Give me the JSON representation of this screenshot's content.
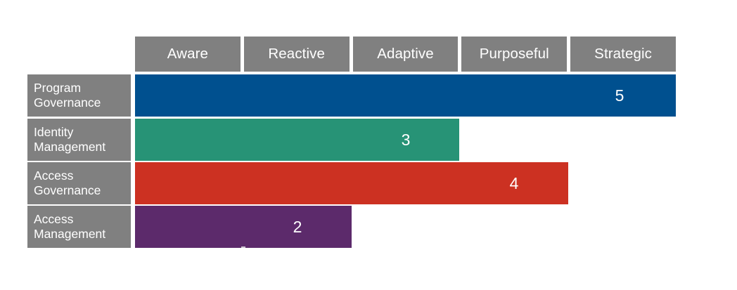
{
  "chart_data": {
    "type": "bar",
    "orientation": "horizontal",
    "title": "",
    "xlabel": "",
    "ylabel": "",
    "categories": [
      "Program Governance",
      "Identity Management",
      "Access Governance",
      "Access Management"
    ],
    "values": [
      5,
      3,
      4,
      2
    ],
    "scale_labels": [
      "Aware",
      "Reactive",
      "Adaptive",
      "Purposeful",
      "Strategic"
    ],
    "xlim": [
      0,
      5
    ],
    "grid": false,
    "legend": "none",
    "series": [
      {
        "name": "Program Governance",
        "value": 5,
        "value_label": "5",
        "level_label": "Strategic",
        "color": "#00508F"
      },
      {
        "name": "Identity Management",
        "value": 3,
        "value_label": "3",
        "level_label": "Adaptive",
        "color": "#279376"
      },
      {
        "name": "Access Governance",
        "value": 4,
        "value_label": "4",
        "level_label": "Purposeful",
        "color": "#CC3122"
      },
      {
        "name": "Access Management",
        "value": 2,
        "value_label": "2",
        "level_label": "Reactive",
        "color": "#5C2A6B"
      }
    ]
  },
  "header": {
    "cells": [
      {
        "label": "Aware"
      },
      {
        "label": "Reactive"
      },
      {
        "label": "Adaptive"
      },
      {
        "label": "Purposeful"
      },
      {
        "label": "Strategic"
      }
    ]
  },
  "rows": [
    {
      "line1": "Program",
      "line2": "Governance",
      "value_label": "5"
    },
    {
      "line1": "Identity",
      "line2": "Management",
      "value_label": "3"
    },
    {
      "line1": "Access",
      "line2": "Governance",
      "value_label": "4"
    },
    {
      "line1": "Access",
      "line2": "Management",
      "value_label": "2"
    }
  ],
  "colors": {
    "header_grey": "#808080",
    "label_grey": "#808080",
    "bar_blue": "#00508F",
    "bar_teal": "#279376",
    "bar_red": "#CC3122",
    "bar_purple": "#5C2A6B",
    "text_on_fill": "#FFFFFF",
    "background": "#FFFFFF"
  }
}
